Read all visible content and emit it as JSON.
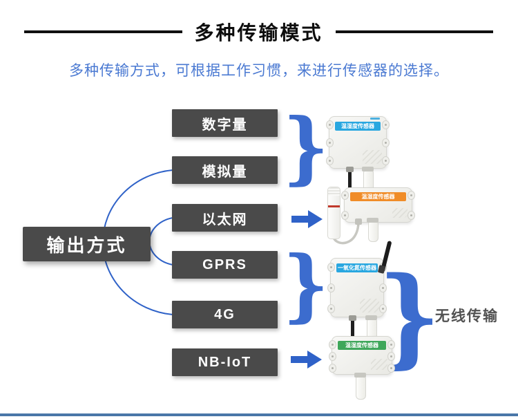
{
  "header": {
    "title": "多种传输模式"
  },
  "subtitle": "多种传输方式，可根据工作习惯，来进行传感器的选择。",
  "output_box": {
    "label": "输出方式"
  },
  "modes": [
    {
      "label": "数字量"
    },
    {
      "label": "模拟量"
    },
    {
      "label": "以太网"
    },
    {
      "label": "GPRS"
    },
    {
      "label": "4G"
    },
    {
      "label": "NB-IoT"
    }
  ],
  "products": [
    {
      "label": "温湿度传感器"
    },
    {
      "label": "温湿度传感器"
    },
    {
      "label": "一氧化氮传感器"
    },
    {
      "label": "温湿度传感器"
    }
  ],
  "wireless": {
    "label": "无线传输"
  },
  "icons": {
    "brace": "}"
  },
  "colors": {
    "accent_blue": "#3c6cce",
    "subtitle_blue": "#4a79d2",
    "box_dark": "#4a4a4a",
    "band_blue": "#29a7e0",
    "band_orange": "#f08c28",
    "band_green": "#3fa75a",
    "footer_bar": "#4a77a8",
    "title_black": "#0d0d0d"
  }
}
